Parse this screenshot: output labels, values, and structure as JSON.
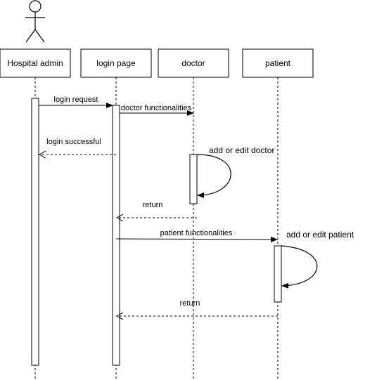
{
  "actor": {
    "label": "Hospital admin"
  },
  "participants": {
    "login_page": "login page",
    "doctor": "doctor",
    "patient": "patient"
  },
  "messages": {
    "login_request": "login request",
    "doctor_functionalities": "doctor functionalities",
    "login_successful": "login successful",
    "add_edit_doctor": "add or edit doctor",
    "return_doctor": "return",
    "patient_functionalities": "patient functionalities",
    "add_edit_patient": "add or edit patient",
    "return_patient": "return"
  }
}
